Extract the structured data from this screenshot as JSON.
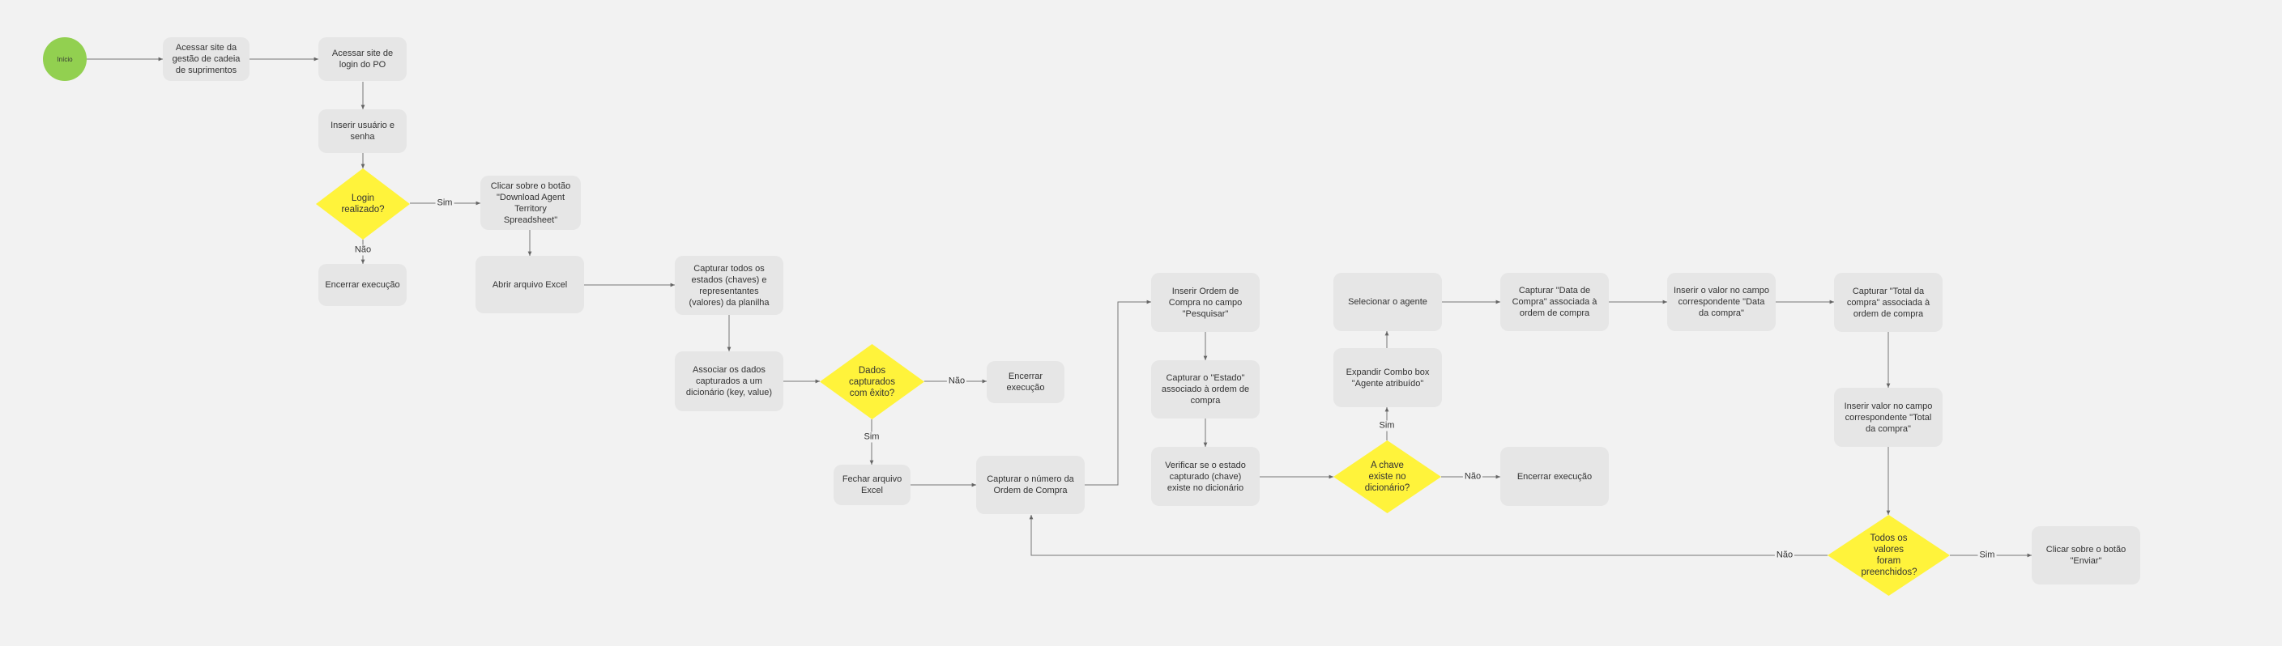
{
  "nodes": {
    "inicio": "Início",
    "acessar_site_gestao": "Acessar site da gestão de cadeia de suprimentos",
    "acessar_site_login": "Acessar site de login do PO",
    "inserir_usuario": "Inserir usuário e senha",
    "login_realizado": "Login realizado?",
    "encerrar_1": "Encerrar execução",
    "clicar_download": "Clicar sobre o botão \"Download Agent Territory Spreadsheet\"",
    "abrir_excel": "Abrir arquivo Excel",
    "capturar_estados": "Capturar todos os estados (chaves) e representantes (valores) da planilha",
    "associar_dicionario": "Associar os dados capturados a um dicionário (key, value)",
    "dados_capturados": "Dados capturados com êxito?",
    "encerrar_2": "Encerrar execução",
    "fechar_excel": "Fechar arquivo Excel",
    "capturar_numero_oc": "Capturar o número da Ordem de Compra",
    "inserir_oc": "Inserir Ordem de Compra no campo \"Pesquisar\"",
    "capturar_estado": "Capturar o \"Estado\" associado à ordem de compra",
    "verificar_estado": "Verificar se o estado capturado (chave) existe no dicionário",
    "chave_existe": "A chave existe no dicionário?",
    "encerrar_3": "Encerrar execução",
    "expandir_combo": "Expandir Combo box \"Agente atribuído\"",
    "selecionar_agente": "Selecionar o agente",
    "capturar_data": "Capturar \"Data de Compra\" associada à ordem de compra",
    "inserir_data": "Inserir o valor no campo correspondente \"Data da compra\"",
    "capturar_total": "Capturar \"Total da compra\" associada à ordem de compra",
    "inserir_total": "Inserir valor no campo correspondente \"Total da compra\"",
    "todos_preenchidos": "Todos os valores foram preenchidos?",
    "clicar_enviar": "Clicar sobre o botão \"Enviar\""
  },
  "edge_labels": {
    "sim": "Sim",
    "nao": "Não"
  },
  "colors": {
    "background": "#f2f2f2",
    "process": "#e6e6e6",
    "decision": "#fff33b",
    "start": "#92d050",
    "line": "#666666"
  }
}
